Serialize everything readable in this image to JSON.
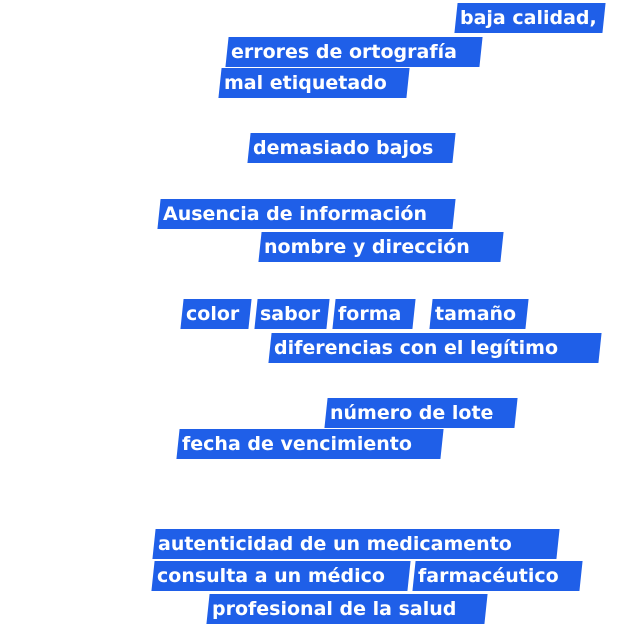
{
  "highlights": {
    "baja_calidad": "baja calidad,",
    "errores_ortografia": "errores de ortografía",
    "mal_etiquetado": "mal etiquetado",
    "demasiado_bajos": "demasiado bajos",
    "ausencia_informacion": "Ausencia de información",
    "nombre_direccion": "nombre y dirección",
    "color": "color",
    "sabor": "sabor",
    "forma": "forma",
    "tamano": "tamaño",
    "diferencias_legitimo": "diferencias con el legítimo",
    "numero_lote": "número de lote",
    "fecha_vencimiento": "fecha de vencimiento",
    "autenticidad_medicamento": "autenticidad de un medicamento",
    "consulta_medico": "consulta a un médico",
    "farmaceutico": "farmacéutico",
    "profesional_salud": "profesional de la salud"
  },
  "colors": {
    "highlight_background": "#1f5fe8",
    "highlight_text": "#ffffff",
    "page_background": "#ffffff"
  }
}
